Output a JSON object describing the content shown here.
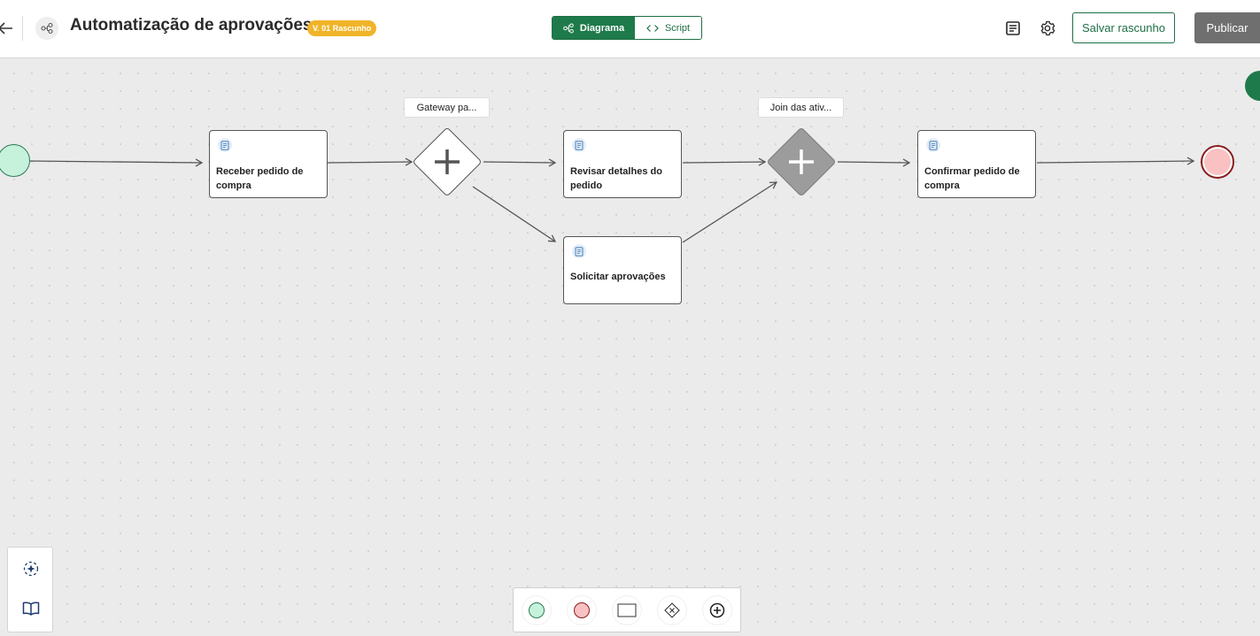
{
  "header": {
    "back_icon": "arrow-left-icon",
    "flow_icon": "flow-nodes-icon",
    "title": "Automatização de aprovações",
    "version_badge": "V. 01 Rascunho",
    "view_toggle": [
      {
        "label": "Diagrama",
        "icon": "diagram-icon",
        "active": true
      },
      {
        "label": "Script",
        "icon": "code-icon",
        "active": false
      }
    ],
    "notes_icon": "document-lines-icon",
    "settings_icon": "gear-icon",
    "save_draft_label": "Salvar rascunho",
    "publish_label": "Publicar"
  },
  "diagram": {
    "start_event": {
      "type": "start-event",
      "color": "#c6f2dc"
    },
    "end_event": {
      "type": "end-event",
      "color": "#f9c1c1"
    },
    "tasks": [
      {
        "id": "receber",
        "label": "Receber pedido de compra"
      },
      {
        "id": "revisar",
        "label": "Revisar detalhes do pedido"
      },
      {
        "id": "solicitar",
        "label": "Solicitar aprovações"
      },
      {
        "id": "confirmar",
        "label": "Confirmar pedido de compra"
      }
    ],
    "gateways": [
      {
        "id": "split",
        "label": "Gateway pa...",
        "type": "parallel",
        "style": "light"
      },
      {
        "id": "join",
        "label": "Join das ativ...",
        "type": "parallel",
        "style": "dark"
      }
    ],
    "edges": [
      {
        "from": "start",
        "to": "receber"
      },
      {
        "from": "receber",
        "to": "split"
      },
      {
        "from": "split",
        "to": "revisar"
      },
      {
        "from": "split",
        "to": "solicitar"
      },
      {
        "from": "revisar",
        "to": "join"
      },
      {
        "from": "solicitar",
        "to": "join"
      },
      {
        "from": "join",
        "to": "confirmar"
      },
      {
        "from": "confirmar",
        "to": "end"
      }
    ]
  },
  "left_toolbar": [
    {
      "icon": "ai-sparkle-icon"
    },
    {
      "icon": "book-open-icon"
    }
  ],
  "palette": [
    {
      "item": "start-event",
      "icon": "green-circle-icon",
      "color": "#c6f2dc"
    },
    {
      "item": "end-event",
      "icon": "red-circle-icon",
      "color": "#f9c1c1"
    },
    {
      "item": "task",
      "icon": "rectangle-icon"
    },
    {
      "item": "exclusive-gateway",
      "icon": "diamond-x-icon"
    },
    {
      "item": "parallel-gateway",
      "icon": "plus-circle-icon"
    }
  ],
  "colors": {
    "accent": "#1e7a4a",
    "badge": "#f0b429",
    "publish_disabled": "#6f6f6f"
  }
}
